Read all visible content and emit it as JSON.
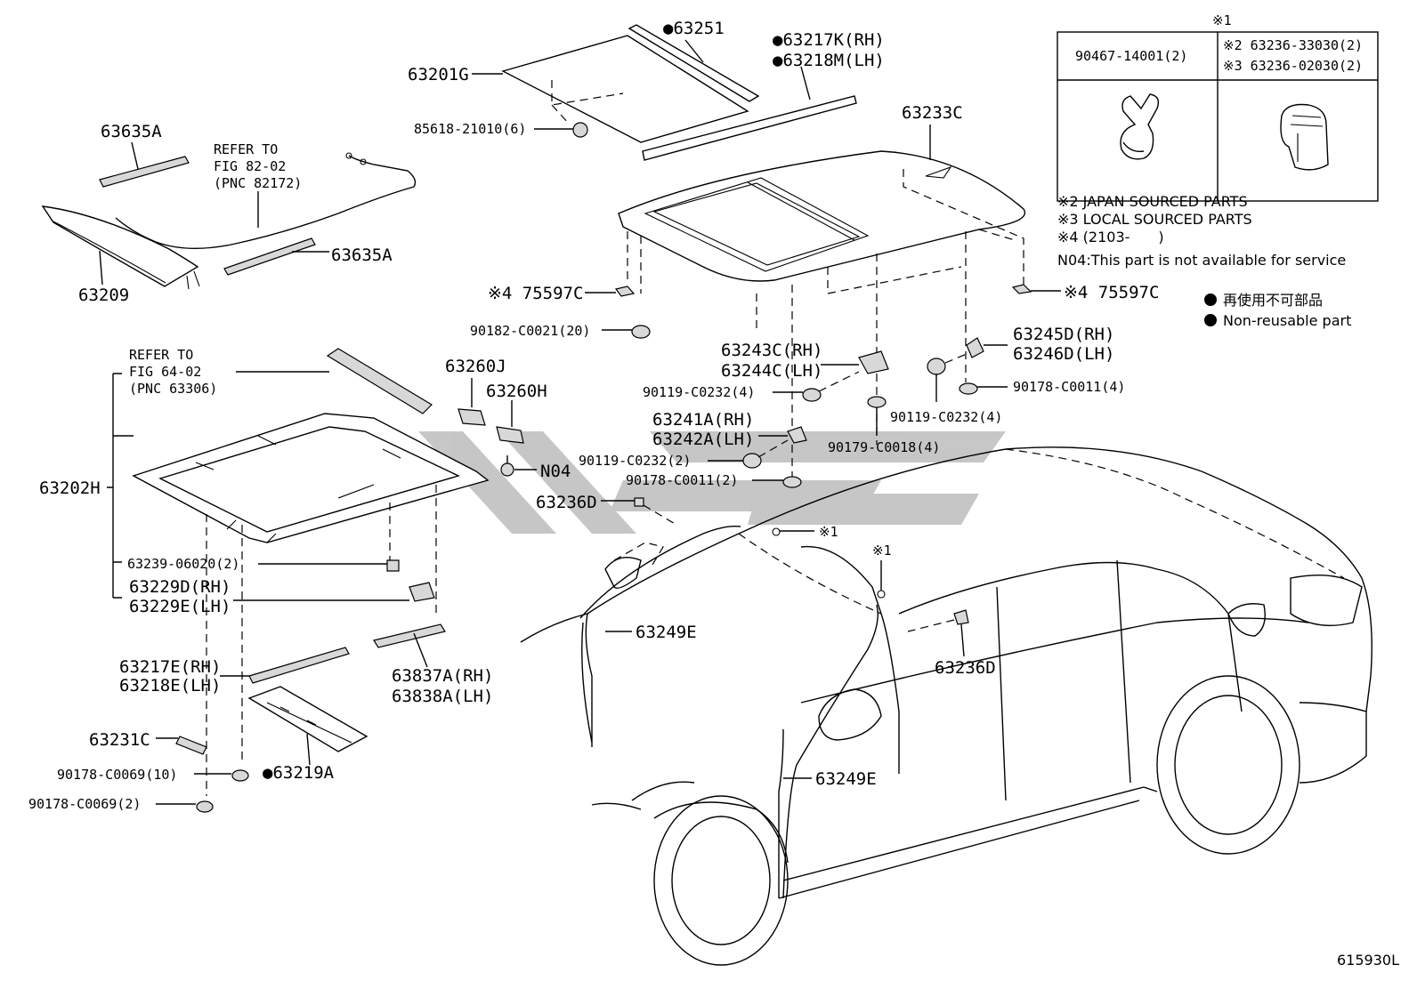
{
  "labels": {
    "p63251": "●63251",
    "p63217k": "●63217K(RH)",
    "p63218m": "●63218M(LH)",
    "p63201g": "63201G",
    "p85618": "85618-21010(6)",
    "p63635a_1": "63635A",
    "refer1_a": "REFER TO",
    "refer1_b": "FIG 82-02",
    "refer1_c": "(PNC 82172)",
    "p63635a_2": "63635A",
    "p63209": "63209",
    "p63233c": "63233C",
    "p75597c_l": "※4 75597C",
    "p75597c_r": "※4 75597C",
    "p90182": "90182-C0021(20)",
    "refer2_a": "REFER TO",
    "refer2_b": "FIG 64-02",
    "refer2_c": "(PNC 63306)",
    "p63260j": "63260J",
    "p63260h": "63260H",
    "p63243c": "63243C(RH)",
    "p63244c": "63244C(LH)",
    "p63245d": "63245D(RH)",
    "p63246d": "63246D(LH)",
    "p90119_1": "90119-C0232(4)",
    "p90178_1": "90178-C0011(4)",
    "p90119_2": "90119-C0232(4)",
    "p63241a": "63241A(RH)",
    "p63242a": "63242A(LH)",
    "p90179": "90179-C0018(4)",
    "p90119_3": "90119-C0232(2)",
    "p90178_2": "90178-C0011(2)",
    "p63202h": "63202H",
    "pn04": "N04",
    "p63236d_1": "63236D",
    "px1_a": "※1",
    "px1_b": "※1",
    "p63239": "63239-06020(2)",
    "p63229d": "63229D(RH)",
    "p63229e": "63229E(LH)",
    "p63249e_1": "63249E",
    "p63236d_2": "63236D",
    "p63217e": "63217E(RH)",
    "p63218e": "63218E(LH)",
    "p63837a": "63837A(RH)",
    "p63838a": "63838A(LH)",
    "p63231c": "63231C",
    "p90178_3": "90178-C0069(10)",
    "p63219a": "●63219A",
    "p90178_4": "90178-C0069(2)",
    "p63249e_2": "63249E"
  },
  "legend": {
    "header_mark": "※1",
    "cell_left": "90467-14001(2)",
    "cell_right_1": "※2 63236-33030(2)",
    "cell_right_2": "※3 63236-02030(2)"
  },
  "notes": {
    "n1": "※2 JAPAN SOURCED PARTS",
    "n2": "※3 LOCAL SOURCED PARTS",
    "n3": "※4 (2103-　　)",
    "n4": "N04:This part is not available for service",
    "key1": "再使用不可部品",
    "key2": "Non-reusable part"
  },
  "figure_code": "615930L",
  "colors": {
    "line": "#000000",
    "watermark": "#bdbdbd"
  }
}
